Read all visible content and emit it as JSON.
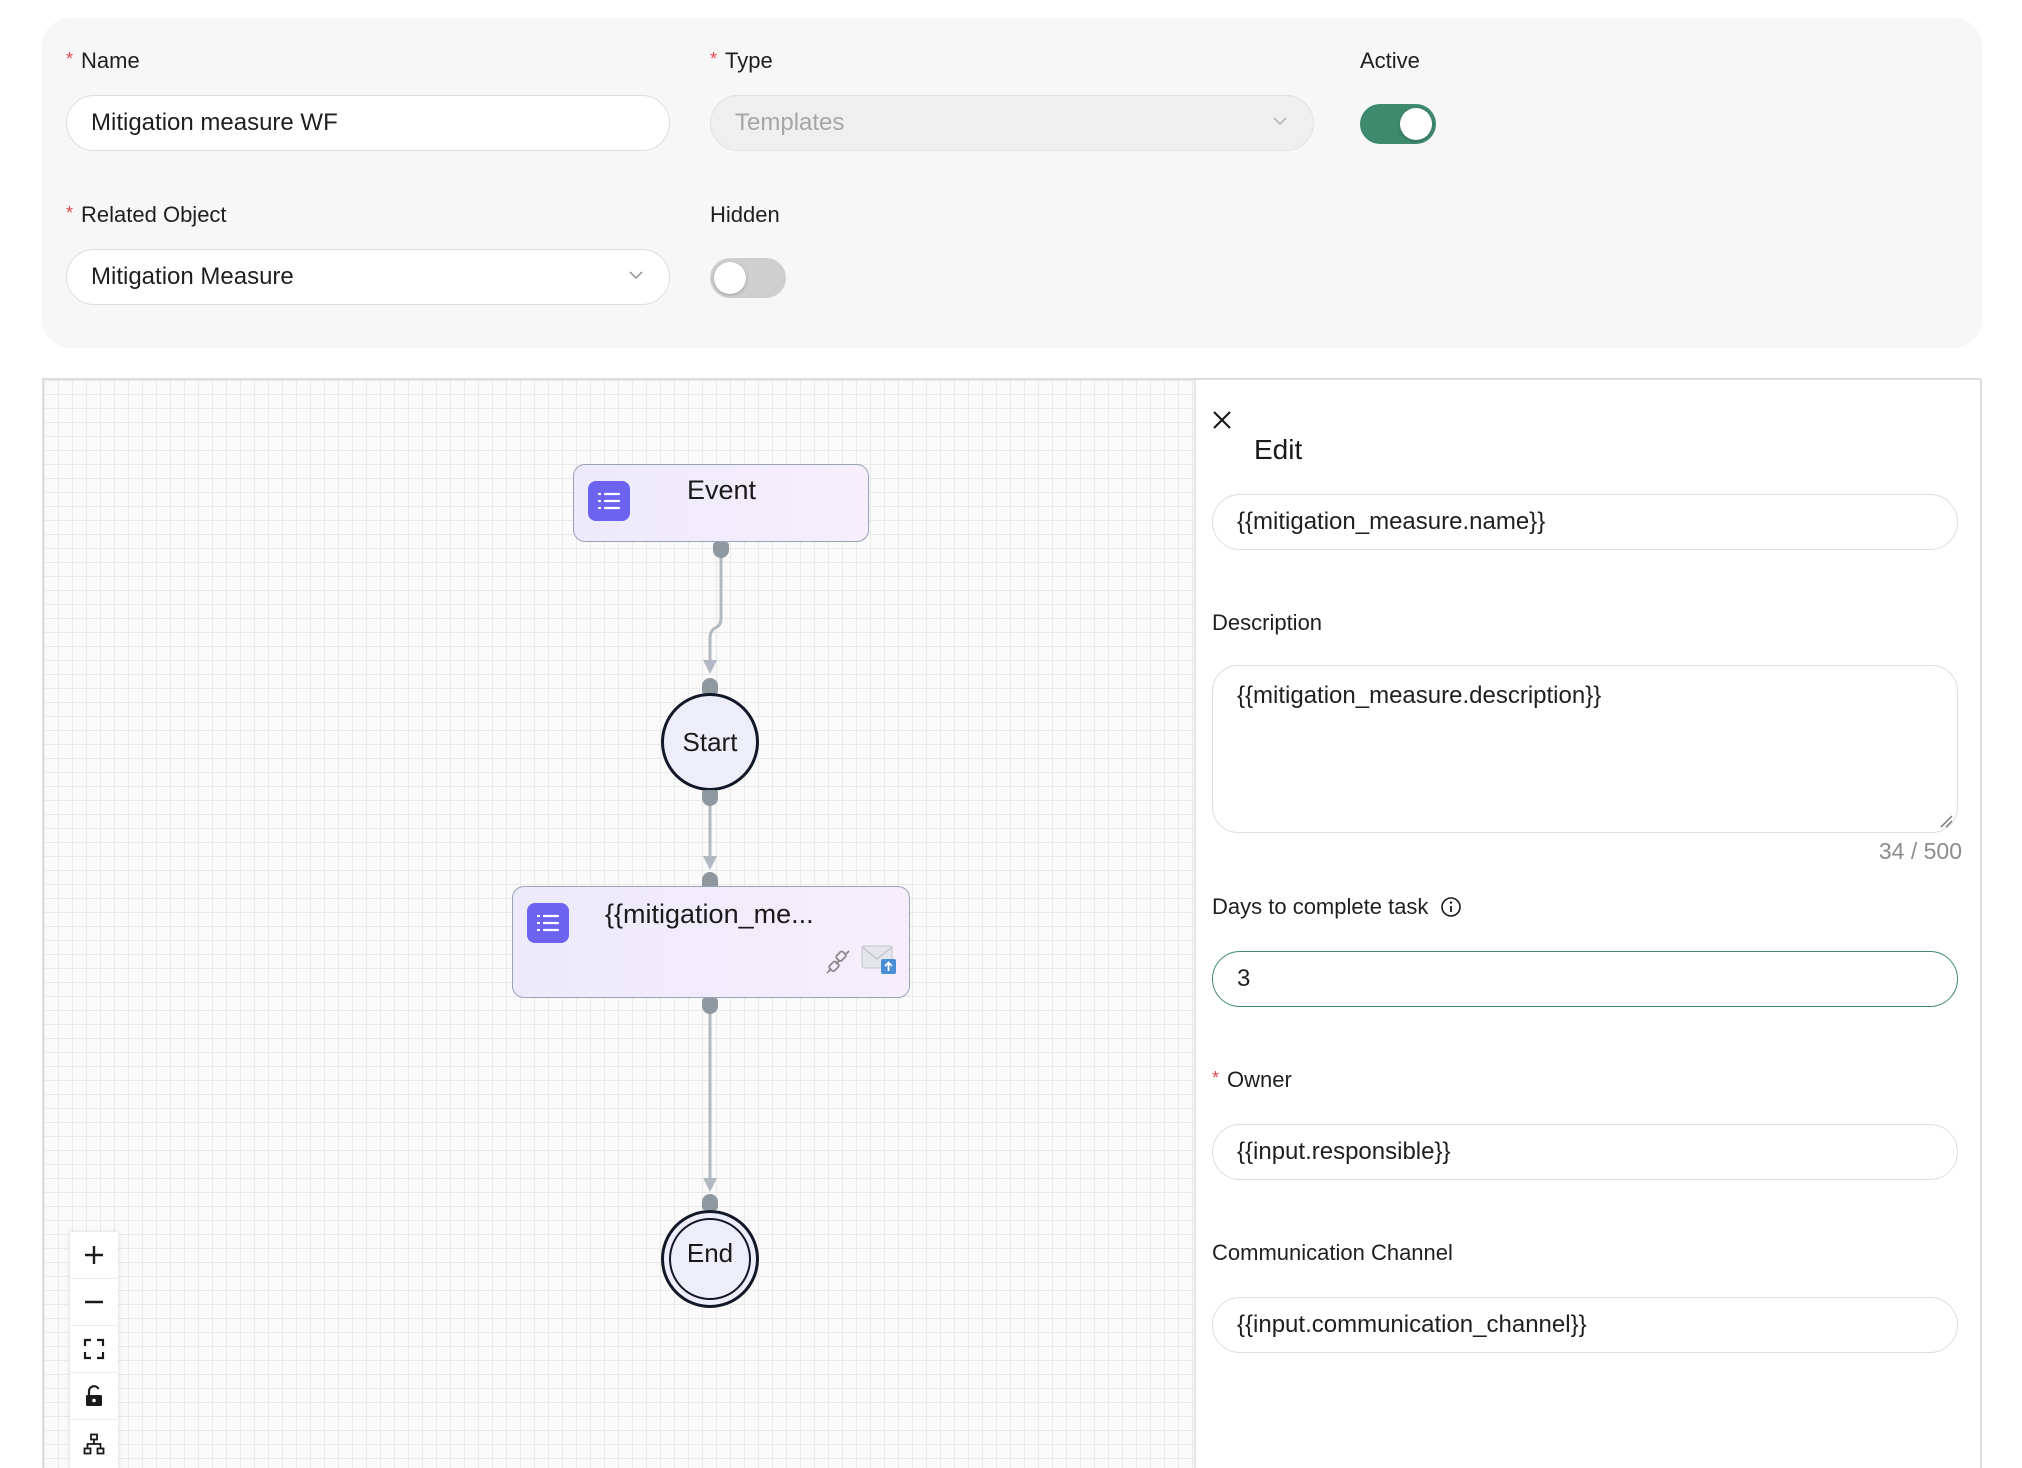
{
  "form": {
    "name": {
      "label": "Name",
      "value": "Mitigation measure WF"
    },
    "type": {
      "label": "Type",
      "placeholder": "Templates"
    },
    "active": {
      "label": "Active",
      "on": true
    },
    "related_object": {
      "label": "Related Object",
      "value": "Mitigation Measure"
    },
    "hidden": {
      "label": "Hidden",
      "on": false
    }
  },
  "flow": {
    "nodes": {
      "event": {
        "title": "Event"
      },
      "start": {
        "title": "Start"
      },
      "task": {
        "title": "{{mitigation_me..."
      },
      "end": {
        "title": "End"
      }
    },
    "controls": [
      "zoom-in",
      "zoom-out",
      "fit-view",
      "lock",
      "layout"
    ]
  },
  "edit_panel": {
    "title": "Edit",
    "name_value": "{{mitigation_measure.name}}",
    "description": {
      "label": "Description",
      "value": "{{mitigation_measure.description}}",
      "counter": "34 / 500"
    },
    "days": {
      "label": "Days to complete task",
      "value": "3"
    },
    "owner": {
      "label": "Owner",
      "value": "{{input.responsible}}"
    },
    "channel": {
      "label": "Communication Channel",
      "value": "{{input.communication_channel}}"
    }
  },
  "colors": {
    "accent": "#3e8a6e",
    "node_icon": "#6c63f0",
    "required": "#e5484d"
  }
}
